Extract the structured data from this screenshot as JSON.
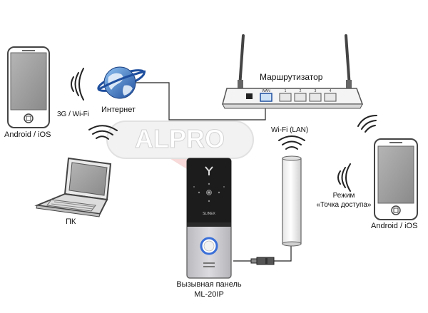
{
  "labels": {
    "phone_left": "Android / iOS",
    "network_3g": "3G / Wi-Fi",
    "internet": "Интернет",
    "router": "Маршрутизатор",
    "wifi_lan": "Wi-Fi (LAN)",
    "pc": "ПК",
    "mode_line1": "Режим",
    "mode_line2": "«Точка доступа»",
    "phone_right": "Android / iOS",
    "panel_line1": "Вызывная панель",
    "panel_line2": "ML-20IP"
  },
  "router_ports": {
    "wan": "WAN",
    "lan": [
      "1",
      "2",
      "3",
      "4"
    ]
  },
  "panel_brand": "SLINEX",
  "watermark": "ALPRO",
  "colors": {
    "device_outline": "#555555",
    "screen_gray": "#9a9a9a",
    "globe_blue": "#2a63b8",
    "panel_black": "#1c1c1c",
    "panel_silver": "#c8c8cc",
    "button_ring": "#3a6fd8",
    "watermark_red": "#d8423a"
  }
}
